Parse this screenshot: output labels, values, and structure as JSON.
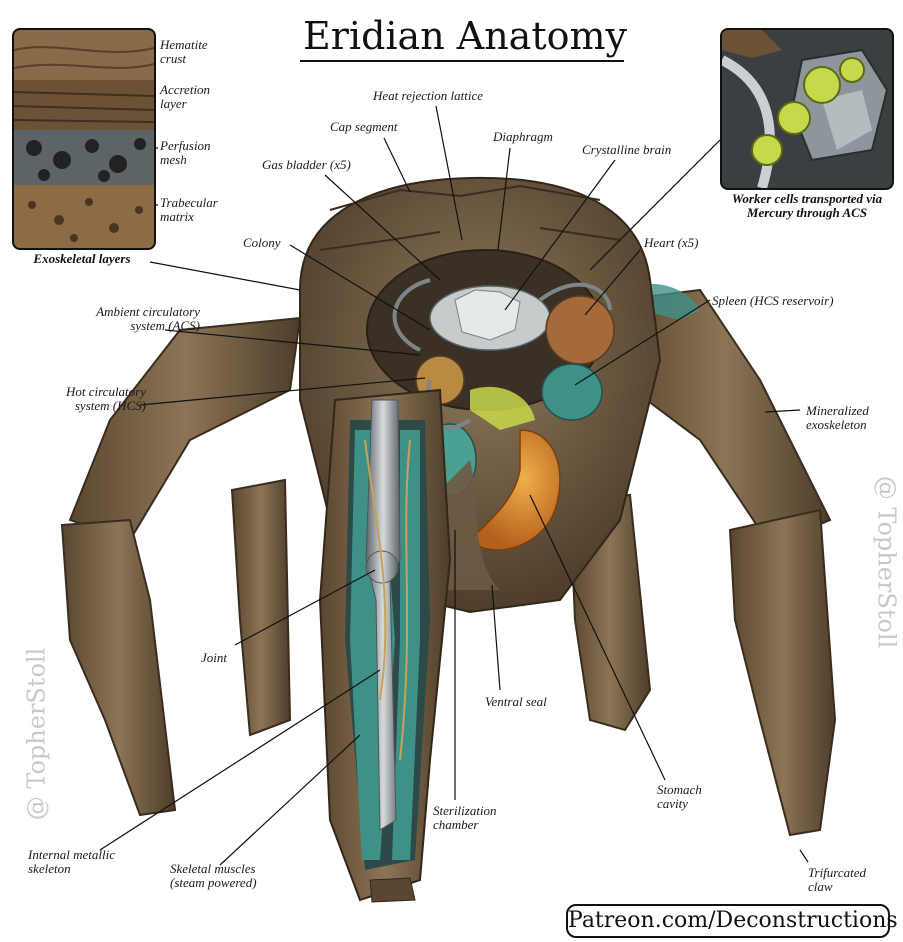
{
  "title": "Eridian Anatomy",
  "insets": {
    "exoskeletal": {
      "caption": "Exoskeletal layers",
      "layers": [
        "Hematite\ncrust",
        "Accretion\nlayer",
        "Perfusion\nmesh",
        "Trabecular\nmatrix"
      ]
    },
    "worker_cells": {
      "caption": "Worker cells transported\nvia Mercury through ACS"
    }
  },
  "labels": {
    "heat_rejection_lattice": "Heat rejection lattice",
    "cap_segment": "Cap segment",
    "diaphragm": "Diaphragm",
    "crystalline_brain": "Crystalline brain",
    "gas_bladder": "Gas bladder (x5)",
    "colony": "Colony",
    "heart": "Heart (x5)",
    "spleen": "Spleen (HCS reservoir)",
    "acs": "Ambient circulatory\nsystem (ACS)",
    "hcs": "Hot circulatory\nsystem (HCS)",
    "mineralized_exoskeleton": "Mineralized\nexoskeleton",
    "joint": "Joint",
    "ventral_seal": "Ventral seal",
    "stomach_cavity": "Stomach\ncavity",
    "sterilization_chamber": "Sterilization\nchamber",
    "internal_metallic_skeleton": "Internal metallic\nskeleton",
    "skeletal_muscles": "Skeletal muscles\n(steam powered)",
    "trifurcated_claw": "Trifurcated\nclaw"
  },
  "watermark": "@ TopherStoll",
  "footer": "Patreon.com/Deconstructions",
  "colors": {
    "shell": "#7a6448",
    "shell_dark": "#4e3d2a",
    "teal": "#3f9188",
    "orange": "#d88a2a",
    "metal": "#9aa3a8",
    "lime": "#c7d84a"
  }
}
